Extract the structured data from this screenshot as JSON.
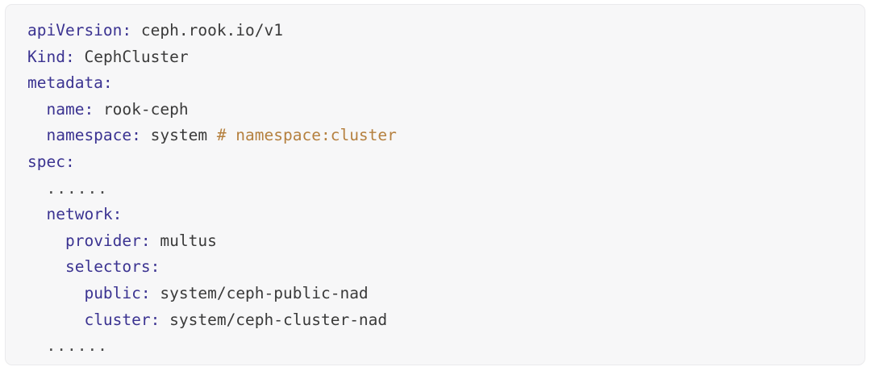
{
  "card": {
    "background_color": "#f7f7f8",
    "border_color": "#eaeaec",
    "language": "yaml"
  },
  "colors": {
    "key": "#3b3391",
    "value": "#3a3a3a",
    "comment": "#b5803f",
    "ellipsis": "#4a4a4a"
  },
  "code": {
    "lines": [
      {
        "indent": "",
        "key": "apiVersion",
        "colon": ":",
        "value": " ceph.rook.io/v1",
        "comment": "",
        "text": "apiVersion: ceph.rook.io/v1"
      },
      {
        "indent": "",
        "key": "Kind",
        "colon": ":",
        "value": " CephCluster",
        "comment": "",
        "text": "Kind: CephCluster"
      },
      {
        "indent": "",
        "key": "metadata",
        "colon": ":",
        "value": "",
        "comment": "",
        "text": "metadata:"
      },
      {
        "indent": "  ",
        "key": "name",
        "colon": ":",
        "value": " rook-ceph",
        "comment": "",
        "text": "  name: rook-ceph"
      },
      {
        "indent": "  ",
        "key": "namespace",
        "colon": ":",
        "value": " system ",
        "comment": "# namespace:cluster",
        "text": "  namespace: system # namespace:cluster"
      },
      {
        "indent": "",
        "key": "spec",
        "colon": ":",
        "value": "",
        "comment": "",
        "text": "spec:"
      },
      {
        "indent": "  ",
        "key": "",
        "colon": "",
        "value": "",
        "comment": "",
        "ellipsis": "......",
        "text": "  ......"
      },
      {
        "indent": "  ",
        "key": "network",
        "colon": ":",
        "value": "",
        "comment": "",
        "text": "  network:"
      },
      {
        "indent": "    ",
        "key": "provider",
        "colon": ":",
        "value": " multus",
        "comment": "",
        "text": "    provider: multus"
      },
      {
        "indent": "    ",
        "key": "selectors",
        "colon": ":",
        "value": "",
        "comment": "",
        "text": "    selectors:"
      },
      {
        "indent": "      ",
        "key": "public",
        "colon": ":",
        "value": " system/ceph-public-nad",
        "comment": "",
        "text": "      public: system/ceph-public-nad"
      },
      {
        "indent": "      ",
        "key": "cluster",
        "colon": ":",
        "value": " system/ceph-cluster-nad",
        "comment": "",
        "text": "      cluster: system/ceph-cluster-nad"
      },
      {
        "indent": "  ",
        "key": "",
        "colon": "",
        "value": "",
        "comment": "",
        "ellipsis": "......",
        "text": "  ......"
      }
    ]
  }
}
